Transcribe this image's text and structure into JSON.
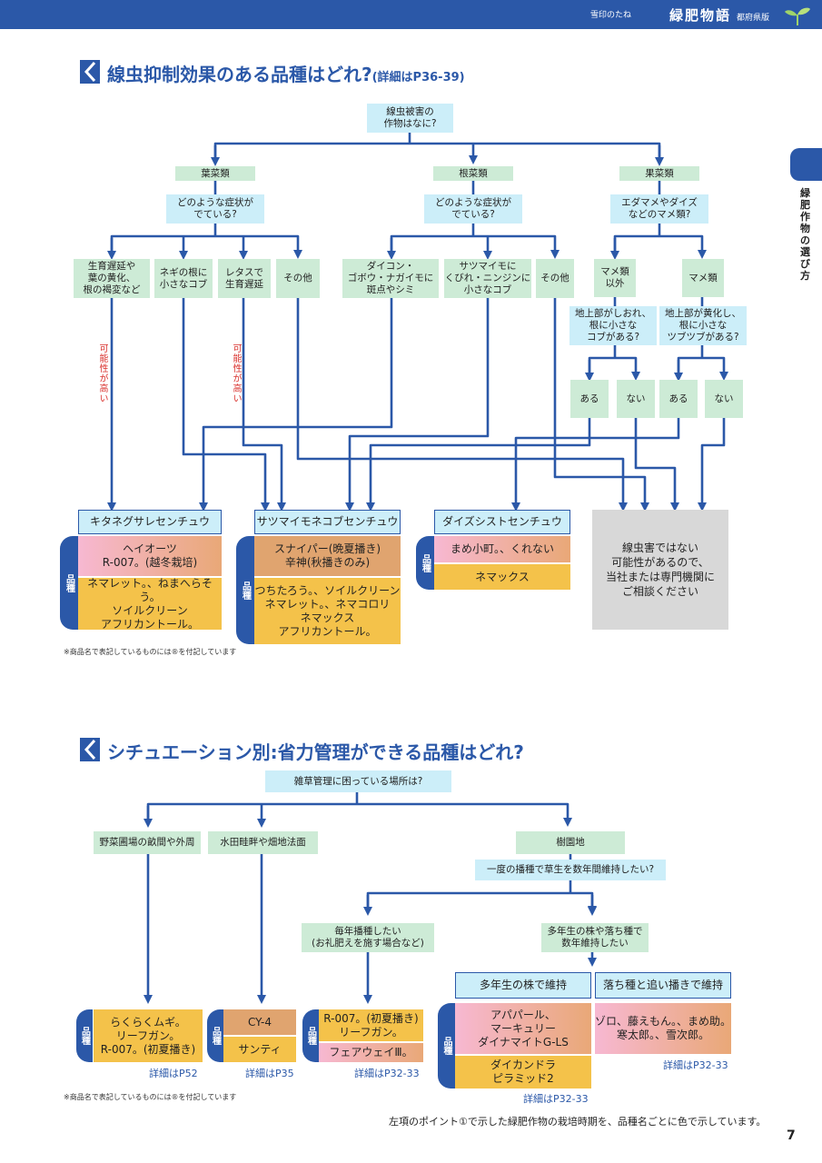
{
  "header": {
    "sub_title": "雪印のたね",
    "brand": "緑肥物語",
    "edition": "都府県版"
  },
  "side_tab": "緑肥作物の選び方",
  "page_number": "7",
  "section1": {
    "title": "線虫抑制効果のある品種はどれ?",
    "title_ref": "(詳細はP36-39)",
    "root": "線虫被害の\n作物はなに?",
    "cat_leaf": "葉菜類",
    "cat_root": "根菜類",
    "cat_fruit": "果菜類",
    "q_leaf": "どのような症状が\nでている?",
    "q_root": "どのような症状が\nでている?",
    "q_fruit": "エダマメやダイズ\nなどのマメ類?",
    "sym_leaf_1": "生育遅延や\n葉の黄化、\n根の褐変など",
    "sym_leaf_2": "ネギの根に\n小さなコブ",
    "sym_leaf_3": "レタスで\n生育遅延",
    "sym_leaf_4": "その他",
    "sym_root_1": "ダイコン・\nゴボウ・ナガイモに\n斑点やシミ",
    "sym_root_2": "サツマイモに\nくびれ・ニンジンに\n小さなコブ",
    "sym_root_3": "その他",
    "bean_no": "マメ類\n以外",
    "bean_yes": "マメ類",
    "q_bean_no": "地上部がしおれ、\n根に小さな\nコブがある?",
    "q_bean_yes": "地上部が黄化し、\n根に小さな\nツブツブがある?",
    "ans_1": "ある",
    "ans_2": "ない",
    "ans_3": "ある",
    "ans_4": "ない",
    "likely_1": "可能性が高い",
    "likely_2": "可能性が高い",
    "result_1": "キタネグサレセンチュウ",
    "result_2": "サツマイモネコブセンチュウ",
    "result_3": "ダイズシストセンチュウ",
    "no_nematode": "線虫害ではない\n可能性があるので、\n当社または専門機関に\nご相談ください",
    "variety_label": "品種",
    "r1_var_a": "ヘイオーツ\nR-007。(越冬栽培)",
    "r1_var_b": "ネマレット。、ねまへらそう。\nソイルクリーン\nアフリカントール。",
    "r2_var_a": "スナイパー(晩夏播き)\n辛神(秋播きのみ)",
    "r2_var_b": "つちたろう。、ソイルクリーン\nネマレット。、ネマコロリ\nネマックス\nアフリカントール。",
    "r3_var_a": "まめ小町。、くれない",
    "r3_var_b": "ネマックス",
    "note": "※商品名で表記しているものには®を付記しています"
  },
  "section2": {
    "title": "シチュエーション別:省力管理ができる品種はどれ?",
    "root": "雑草管理に困っている場所は?",
    "place_1": "野菜圃場の畝間や外周",
    "place_2": "水田畦畔や畑地法面",
    "place_3": "樹園地",
    "q_orchard": "一度の播種で草生を数年間維持したい?",
    "opt_annual": "毎年播種したい\n(お礼肥えを施す場合など)",
    "opt_perennial": "多年生の株や落ち種で\n数年維持したい",
    "head_perennial": "多年生の株で維持",
    "head_seed": "落ち種と追い播きで維持",
    "variety_label": "品種",
    "v1": "らくらくムギ。\nリーフガン。\nR-007。(初夏播き)",
    "v2_a": "CY-4",
    "v2_b": "サンティ",
    "v3_a": "R-007。(初夏播き)\nリーフガン。",
    "v3_b": "フェアウェイⅢ。",
    "v4_a": "アパパール、\nマーキュリー\nダイナマイトG-LS",
    "v4_b": "ダイカンドラ\nピラミッド2",
    "v5": "ゾロ、藤えもん。、まめ助。\n寒太郎。、雪次郎。",
    "det_1": "詳細はP52",
    "det_2": "詳細はP35",
    "det_3": "詳細はP32-33",
    "det_4": "詳細はP32-33",
    "det_5": "詳細はP32-33",
    "note": "※商品名で表記しているものには®を付記しています"
  },
  "footer_note": "左項のポイント①で示した緑肥作物の栽培時期を、品種名ごとに色で示しています。",
  "colors": {
    "brand_blue": "#2b58a8",
    "light_blue": "#cceef9",
    "light_green": "#cdebd6",
    "orange": "#e0a46f",
    "yellow": "#f4c24a",
    "gray": "#d8d8d8",
    "red": "#d9302c"
  }
}
